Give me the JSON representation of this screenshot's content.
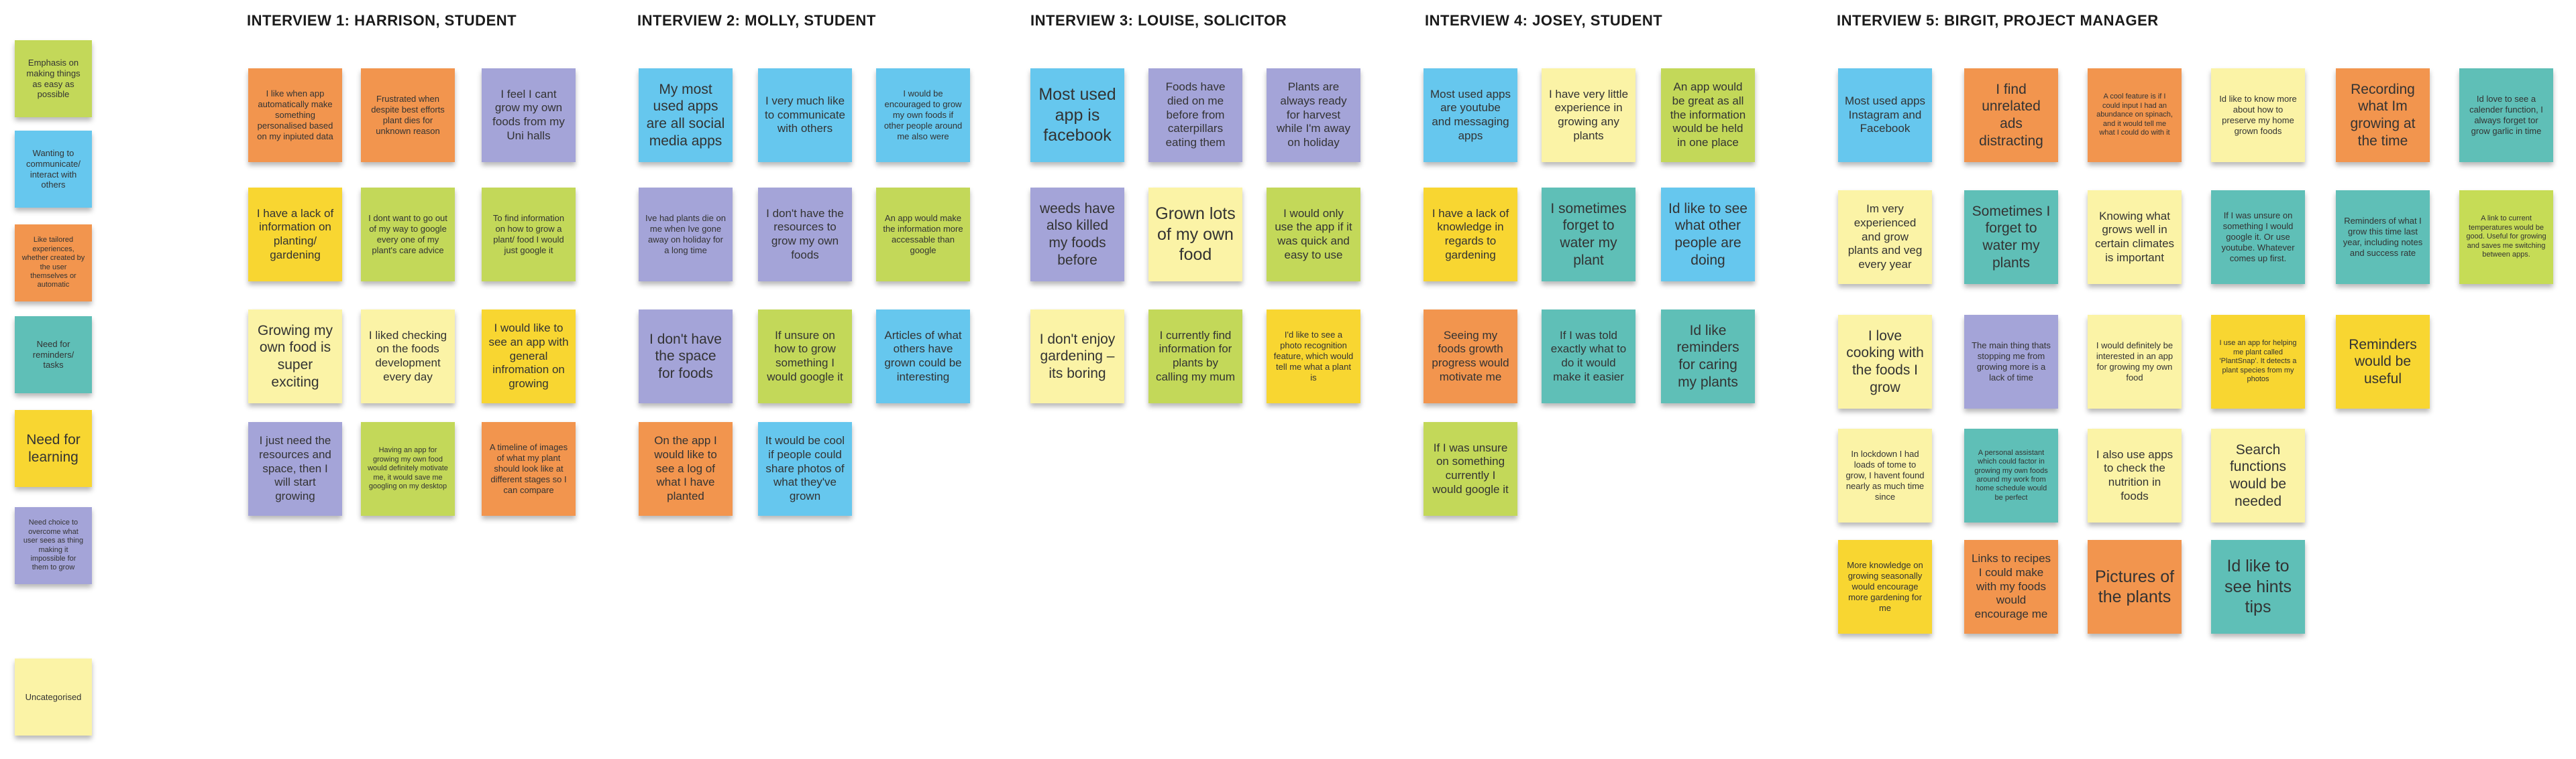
{
  "legend": [
    {
      "text": "Emphasis on making things as easy as possible",
      "color": "#c3d859"
    },
    {
      "text": "Wanting to communicate/ interact with others",
      "color": "#66c7ee"
    },
    {
      "text": "Like tailored experiences, whether created by the user themselves or automatic",
      "color": "#f2954e"
    },
    {
      "text": "Need for reminders/ tasks",
      "color": "#5fbfb7"
    },
    {
      "text": "Need for learning",
      "color": "#f8d631"
    },
    {
      "text": "Need choice to overcome what user sees as thing making it impossible for them to grow",
      "color": "#a4a4d8"
    },
    {
      "text": "Uncategorised",
      "color": "#fbf3a6"
    }
  ],
  "interviews": [
    {
      "title": "Interview 1: Harrison, Student",
      "columns": [
        [
          {
            "text": "I like when app automatically make something personalised based on my inpiuted data",
            "color": "orange",
            "size": "s"
          },
          {
            "text": "I have a lack of information on planting/ gardening",
            "color": "yellow",
            "size": "m"
          },
          {
            "text": "Growing my own food is super exciting",
            "color": "cream",
            "size": "l"
          },
          {
            "text": "I just need the resources and space, then I will start growing",
            "color": "purple",
            "size": "m"
          }
        ],
        [
          {
            "text": "Frustrated when despite best efforts plant dies for unknown reason",
            "color": "orange",
            "size": "s"
          },
          {
            "text": "I dont want to go out of my way to google every one of my plant's care advice",
            "color": "green",
            "size": "s"
          },
          {
            "text": "I liked checking on the foods development every day",
            "color": "cream",
            "size": "m"
          },
          {
            "text": "Having an app for growing my own food would definitely motivate me, it would save me googling on my desktop",
            "color": "green",
            "size": "xs"
          }
        ],
        [
          {
            "text": "I feel I cant grow my own foods from my Uni halls",
            "color": "purple",
            "size": "m"
          },
          {
            "text": "To find information on how to grow a plant/ food I would just google it",
            "color": "green",
            "size": "s"
          },
          {
            "text": "I would like to see an app with general infromation on growing",
            "color": "yellow",
            "size": "m"
          },
          {
            "text": "A timeline of images of what my plant should look like at different stages so I can compare",
            "color": "orange",
            "size": "s"
          }
        ]
      ]
    },
    {
      "title": "Interview 2: Molly, Student",
      "columns": [
        [
          {
            "text": "My most used apps are all social media apps",
            "color": "blue",
            "size": "l"
          },
          {
            "text": "Ive had plants die on me when Ive gone away on holiday for a long time",
            "color": "purple",
            "size": "s"
          },
          {
            "text": "I don't have the space for foods",
            "color": "purple",
            "size": "l"
          },
          {
            "text": "On the app I would like to see a log of what I have planted",
            "color": "orange",
            "size": "m"
          }
        ],
        [
          {
            "text": "I very much like to communicate with others",
            "color": "blue",
            "size": "m"
          },
          {
            "text": "I don't have the resources to grow my own foods",
            "color": "purple",
            "size": "m"
          },
          {
            "text": "If unsure on how to grow something I would google it",
            "color": "green",
            "size": "m"
          },
          {
            "text": "It would be cool if people could share photos of what they've grown",
            "color": "blue",
            "size": "m"
          }
        ],
        [
          {
            "text": "I would be encouraged to grow my own foods if other people around me also were",
            "color": "blue",
            "size": "s"
          },
          {
            "text": "An app would make the information more accessable than google",
            "color": "green",
            "size": "s"
          },
          {
            "text": "Articles of what others have grown could be interesting",
            "color": "blue",
            "size": "m"
          }
        ]
      ]
    },
    {
      "title": "Interview 3: Louise, Solicitor",
      "columns": [
        [
          {
            "text": "Most used app is facebook",
            "color": "blue",
            "size": "xl"
          },
          {
            "text": "weeds have also killed my foods before",
            "color": "purple",
            "size": "l"
          },
          {
            "text": "I don't enjoy gardening – its boring",
            "color": "cream",
            "size": "l"
          }
        ],
        [
          {
            "text": "Foods have died on me before from caterpillars eating them",
            "color": "purple",
            "size": "m"
          },
          {
            "text": "Grown lots of my own food",
            "color": "cream",
            "size": "xl"
          },
          {
            "text": "I currently find information for plants by calling my mum",
            "color": "green",
            "size": "m"
          }
        ],
        [
          {
            "text": "Plants are always ready for harvest while I'm away on holiday",
            "color": "purple",
            "size": "m"
          },
          {
            "text": "I would only use the app if it was quick and easy to use",
            "color": "green",
            "size": "m"
          },
          {
            "text": "I'd like to see a photo recognition feature, which would tell me what a plant is",
            "color": "yellow",
            "size": "s"
          }
        ]
      ]
    },
    {
      "title": "Interview 4: Josey, Student",
      "columns": [
        [
          {
            "text": "Most used apps are youtube and messaging apps",
            "color": "blue",
            "size": "m"
          },
          {
            "text": "I have a lack of knowledge in regards to gardening",
            "color": "yellow",
            "size": "m"
          },
          {
            "text": "Seeing my foods growth progress would motivate me",
            "color": "orange",
            "size": "m"
          },
          {
            "text": "If I was unsure on something currently I would google it",
            "color": "green",
            "size": "m"
          }
        ],
        [
          {
            "text": "I have very little experience in growing any plants",
            "color": "cream",
            "size": "m"
          },
          {
            "text": "I sometimes forget to water my plant",
            "color": "teal",
            "size": "l"
          },
          {
            "text": "If I was told exactly what to do it would make it easier",
            "color": "teal",
            "size": "m"
          }
        ],
        [
          {
            "text": "An app would be great as all the information would be held in one place",
            "color": "green",
            "size": "m"
          },
          {
            "text": "Id like to see what other people are doing",
            "color": "blue",
            "size": "l"
          },
          {
            "text": "Id like reminders for caring my plants",
            "color": "teal",
            "size": "l"
          }
        ]
      ]
    },
    {
      "title": "Interview 5: Birgit, Project Manager",
      "columns": [
        [
          {
            "text": "Most used apps Instagram and Facebook",
            "color": "blue",
            "size": "m"
          },
          {
            "text": "Im very experienced and grow plants and veg every year",
            "color": "cream",
            "size": "m"
          },
          {
            "text": "I love cooking with the foods I grow",
            "color": "cream",
            "size": "l"
          },
          {
            "text": "In lockdown I had loads of tome to grow, I havent found nearly as much time since",
            "color": "cream",
            "size": "s"
          },
          {
            "text": "More knowledge on growing seasonally would encourage more gardening for me",
            "color": "yellow",
            "size": "s"
          }
        ],
        [
          {
            "text": "I find unrelated ads distracting",
            "color": "orange",
            "size": "l"
          },
          {
            "text": "Sometimes I forget to water my plants",
            "color": "teal",
            "size": "l"
          },
          {
            "text": "The main thing thats stopping me from growing more is a lack of time",
            "color": "purple",
            "size": "s"
          },
          {
            "text": "A personal assistant which could factor in growing my own foods around my work from home schedule would be perfect",
            "color": "teal",
            "size": "xs"
          },
          {
            "text": "Links to recipes I could make with my foods would encourage me",
            "color": "orange",
            "size": "m"
          }
        ],
        [
          {
            "text": "A cool feature is if I could input I had an abundance on spinach, and it would tell me what I could do with it",
            "color": "orange",
            "size": "xs"
          },
          {
            "text": "Knowing what grows well in certain climates is important",
            "color": "cream",
            "size": "m"
          },
          {
            "text": "I would definitely be interested in an app for growing my own food",
            "color": "cream",
            "size": "s"
          },
          {
            "text": "I also use apps to check the nutrition in foods",
            "color": "cream",
            "size": "m"
          },
          {
            "text": "Pictures of the plants",
            "color": "orange",
            "size": "xl"
          }
        ],
        [
          {
            "text": "Id like to know more about how to preserve my home grown foods",
            "color": "cream",
            "size": "s"
          },
          {
            "text": "If I was unsure on something I would google it. Or use youtube. Whatever comes up first.",
            "color": "teal",
            "size": "s"
          },
          {
            "text": "I use an app for helping me plant called 'PlantSnap'. It detects a plant species from my photos",
            "color": "yellow",
            "size": "xs"
          },
          {
            "text": "Search functions would be needed",
            "color": "cream",
            "size": "l"
          },
          {
            "text": "Id like to see hints tips",
            "color": "teal",
            "size": "xl"
          }
        ],
        [
          {
            "text": "Recording what Im growing at the time",
            "color": "orange",
            "size": "l"
          },
          {
            "text": "Reminders of what I grow this time last year, including notes and success rate",
            "color": "teal",
            "size": "s"
          },
          {
            "text": "Reminders would be useful",
            "color": "yellow",
            "size": "l"
          }
        ],
        [
          {
            "text": "Id love to see a calender function, I always forget tor grow garlic in time",
            "color": "teal",
            "size": "s"
          },
          {
            "text": "A link to current temperatures would be good. Useful for growing and saves me switching between apps.",
            "color": "lime",
            "size": "xs"
          }
        ]
      ]
    }
  ]
}
